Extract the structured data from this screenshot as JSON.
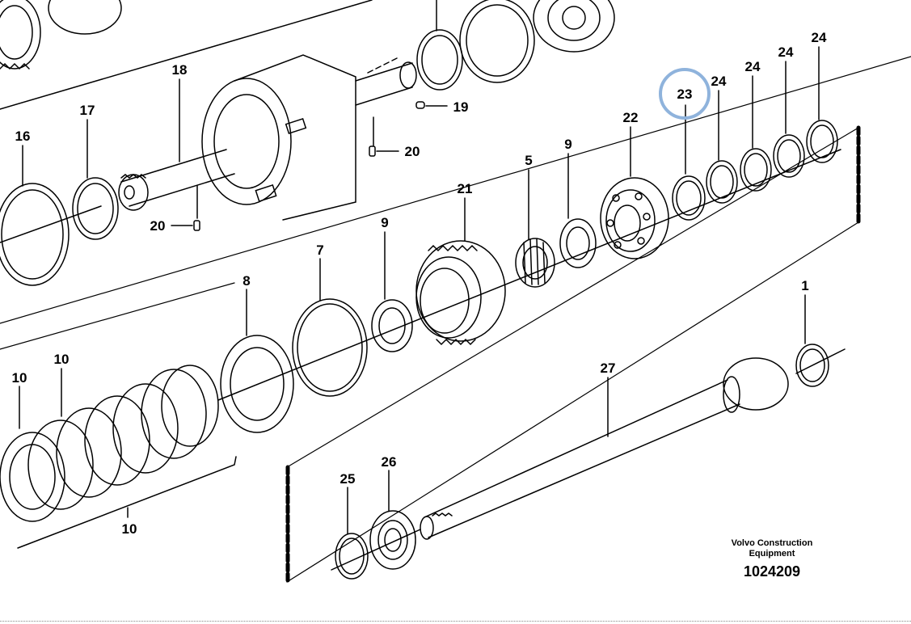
{
  "brand": {
    "line1": "Volvo Construction",
    "line2": "Equipment",
    "doc_number": "1024209"
  },
  "highlight": {
    "callout": "23",
    "color": "#8fb3dc"
  },
  "callouts": {
    "c1": "1",
    "c5": "5",
    "c7": "7",
    "c8": "8",
    "c9a": "9",
    "c9b": "9",
    "c10a": "10",
    "c10b": "10",
    "c10c": "10",
    "c16": "16",
    "c17": "17",
    "c18": "18",
    "c19": "19",
    "c20a": "20",
    "c20b": "20",
    "c21": "21",
    "c22": "22",
    "c23": "23",
    "c24a": "24",
    "c24b": "24",
    "c24c": "24",
    "c24d": "24",
    "c25": "25",
    "c26": "26",
    "c27": "27"
  }
}
